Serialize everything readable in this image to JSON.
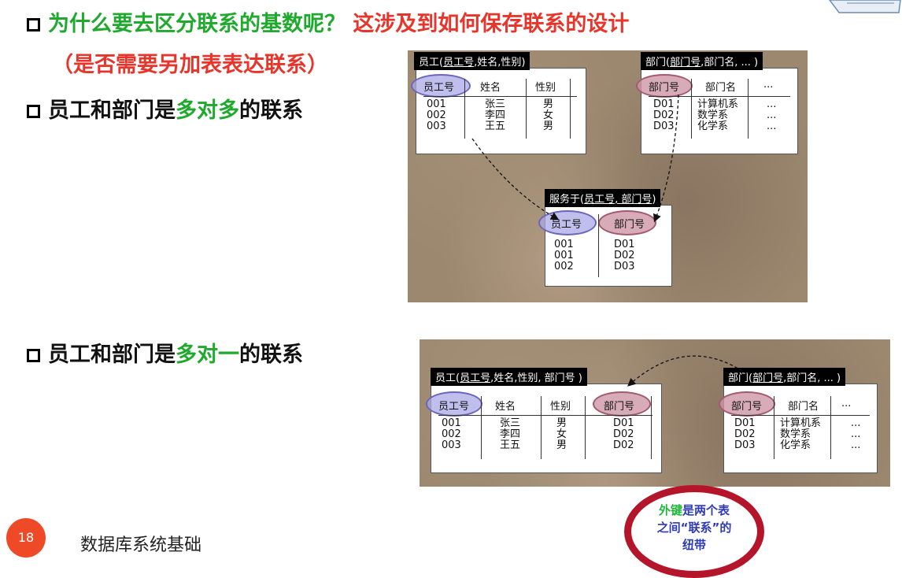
{
  "bullets": {
    "b1_prefix": "为什么要去区分联系的基数呢？",
    "b1_suffix": "这涉及到如何保存联系的设计",
    "b1_line2": "（是否需要另加表表达联系）",
    "b2_pre": "员工和部门是",
    "b2_mid": "多对多",
    "b2_post": "的联系",
    "b3_pre": "员工和部门是",
    "b3_mid": "多对一",
    "b3_post": "的联系"
  },
  "mm": {
    "emp": {
      "title_pre": "员工(",
      "title_key": "员工号",
      "title_post": ",姓名,性别)",
      "headers": [
        "员工号",
        "姓名",
        "性别"
      ],
      "col1": [
        "001",
        "002",
        "003"
      ],
      "col2": [
        "张三",
        "李四",
        "王五"
      ],
      "col3": [
        "男",
        "女",
        "男"
      ]
    },
    "dept": {
      "title_pre": "部门(",
      "title_key": "部门号",
      "title_post": ",部门名, ... )",
      "headers": [
        "部门号",
        "部门名",
        "..."
      ],
      "col1": [
        "D01",
        "D02",
        "D03"
      ],
      "col2": [
        "计算机系",
        "数学系",
        "化学系"
      ],
      "col3": [
        "...",
        "...",
        "..."
      ]
    },
    "serve": {
      "title_pre": "服务于(",
      "title_key": "员工号, 部门号",
      "title_post": ")",
      "headers": [
        "员工号",
        "部门号"
      ],
      "col1": [
        "001",
        "001",
        "002"
      ],
      "col2": [
        "D01",
        "D02",
        "D03"
      ]
    }
  },
  "mo": {
    "emp": {
      "title_pre": "员工(",
      "title_key": "员工号",
      "title_post": ",姓名,性别, 部门号 )",
      "headers": [
        "员工号",
        "姓名",
        "性别",
        "部门号"
      ],
      "col1": [
        "001",
        "002",
        "003"
      ],
      "col2": [
        "张三",
        "李四",
        "王五"
      ],
      "col3": [
        "男",
        "女",
        "男"
      ],
      "col4": [
        "D01",
        "D02",
        "D02"
      ]
    },
    "dept": {
      "title_pre": "部门(",
      "title_key": "部门号",
      "title_post": ",部门名, ... )",
      "headers": [
        "部门号",
        "部门名",
        "..."
      ],
      "col1": [
        "D01",
        "D02",
        "D03"
      ],
      "col2": [
        "计算机系",
        "数学系",
        "化学系"
      ],
      "col3": [
        "...",
        "...",
        "..."
      ]
    }
  },
  "callout": {
    "g": "外键",
    "b1": "是两个表",
    "b2": "之间“联系”的",
    "b3": "纽带"
  },
  "footer": {
    "page_number": "18",
    "course_title": "数据库系统基础"
  }
}
